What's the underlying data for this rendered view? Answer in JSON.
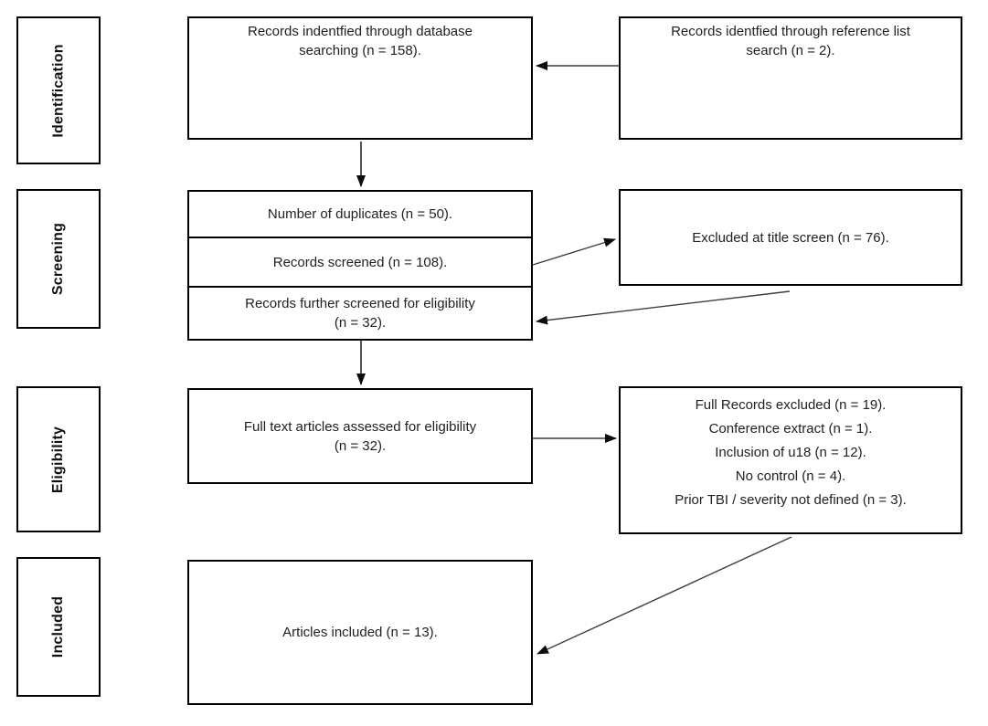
{
  "stages": [
    {
      "label": "Identification"
    },
    {
      "label": "Screening"
    },
    {
      "label": "Eligibility"
    },
    {
      "label": "Included"
    }
  ],
  "boxes": {
    "db_search": {
      "lines": [
        "Records indentfied through database",
        "searching (n = 158)."
      ]
    },
    "ref_search": {
      "lines": [
        "Records identfied through reference list",
        "search (n = 2)."
      ]
    },
    "duplicates": {
      "text": "Number of duplicates (n = 50)."
    },
    "screened": {
      "text": "Records screened (n = 108)."
    },
    "further_screened": {
      "lines": [
        "Records further screened for eligibility",
        "(n = 32)."
      ]
    },
    "excluded_title": {
      "text": "Excluded at title screen (n = 76)."
    },
    "fulltext": {
      "lines": [
        "Full text articles assessed for eligibility",
        "(n = 32)."
      ]
    },
    "excluded_full": {
      "lines": [
        "Full Records excluded (n = 19).",
        "Conference extract (n = 1).",
        "Inclusion of u18 (n = 12).",
        "No control (n = 4).",
        "Prior TBI / severity not defined (n = 3)."
      ]
    },
    "included": {
      "text": "Articles included (n = 13)."
    }
  },
  "colors": {
    "box_border": "#000000",
    "text": "#1f1f1f",
    "arrow_line": "#3d3d3d",
    "arrow_head": "#0d0d0d",
    "background": "#ffffff"
  }
}
